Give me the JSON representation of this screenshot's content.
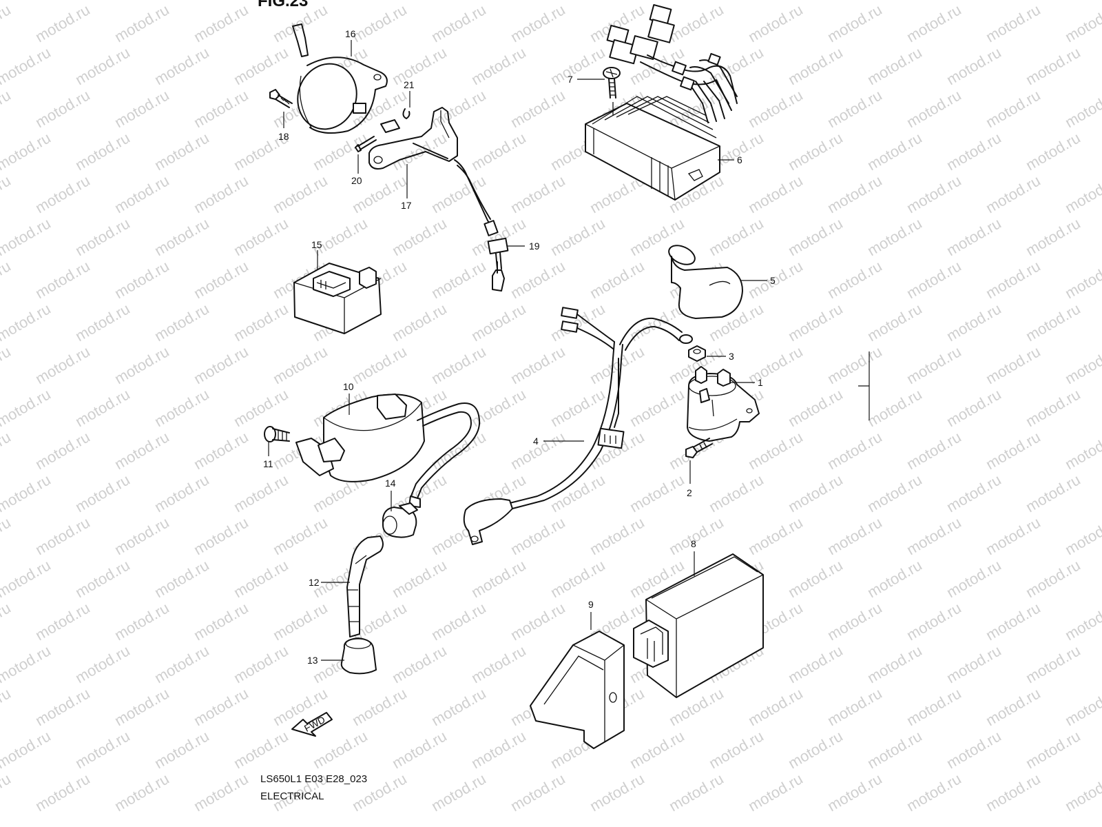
{
  "figure_title": "FIG.23",
  "caption": {
    "code": "LS650L1 E03 E28_023",
    "section": "ELECTRICAL"
  },
  "watermark": "motod.ru",
  "fwd_label": "FWD",
  "part_numbers": [
    "1",
    "2",
    "3",
    "4",
    "5",
    "6",
    "7",
    "8",
    "9",
    "10",
    "11",
    "12",
    "13",
    "14",
    "15",
    "16",
    "17",
    "18",
    "19",
    "20",
    "21"
  ],
  "parts": [
    {
      "name": "part-16-horn"
    },
    {
      "name": "part-17-bracket"
    },
    {
      "name": "part-6-regulator"
    },
    {
      "name": "part-15-relay-box"
    },
    {
      "name": "part-5-cap"
    },
    {
      "name": "part-1-starter-relay"
    },
    {
      "name": "part-10-ignition-coil"
    },
    {
      "name": "part-12-plug-cap"
    },
    {
      "name": "part-8-ecu"
    },
    {
      "name": "part-9-ecu-holder"
    }
  ],
  "colors": {
    "line": "#111111",
    "watermark": "#cfcfcf",
    "background": "#ffffff"
  }
}
